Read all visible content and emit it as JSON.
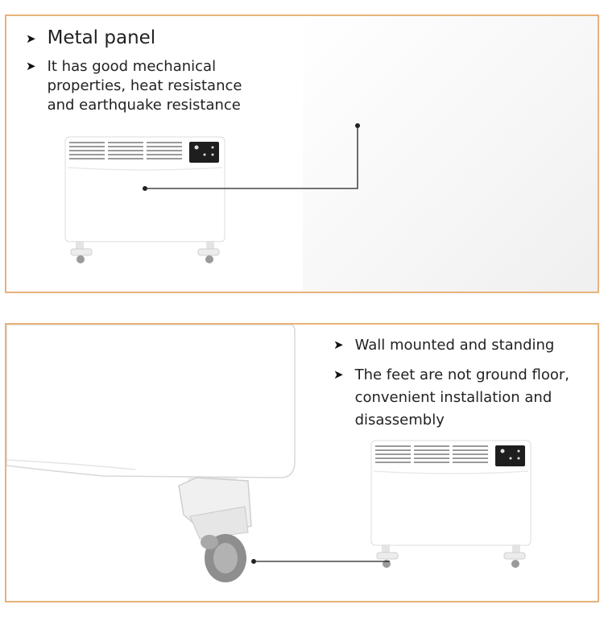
{
  "top_panel": {
    "heading": "Metal panel",
    "description": "It has good mechanical\nproperties, heat resistance\nand earthquake resistance",
    "bullet_icon": "arrowhead-icon"
  },
  "bottom_panel": {
    "point1": "Wall mounted and standing",
    "point2": "The feet are not ground floor,\nconvenient installation and\ndisassembly",
    "bullet_icon": "arrowhead-icon"
  },
  "colors": {
    "frame_border": "#e8b27a",
    "heater_body": "#ffffff",
    "display_panel": "#1e1e1e",
    "leader_line": "#222222"
  }
}
